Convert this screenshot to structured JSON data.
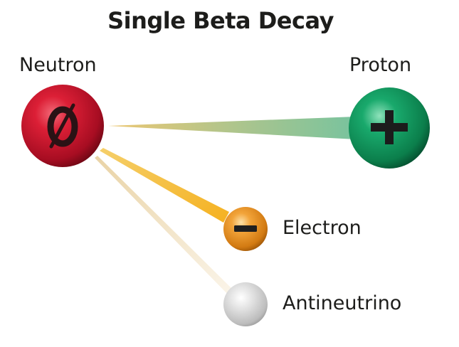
{
  "title": "Single Beta Decay",
  "particles": {
    "neutron": {
      "label": "Neutron",
      "symbol": "Ø",
      "color": "#c8102e"
    },
    "proton": {
      "label": "Proton",
      "symbol": "+",
      "color": "#0f9a5e"
    },
    "electron": {
      "label": "Electron",
      "symbol": "−",
      "color": "#e8901e"
    },
    "antineutrino": {
      "label": "Antineutrino",
      "symbol": "",
      "color": "#d0d0d0"
    }
  },
  "beams": [
    {
      "from": "neutron",
      "to": "proton",
      "color_start": "#e6c070",
      "color_end": "#7dc4a0"
    },
    {
      "from": "neutron",
      "to": "electron",
      "color": "#f3b52a"
    },
    {
      "from": "neutron",
      "to": "antineutrino",
      "color": "#f0e2c6"
    }
  ]
}
